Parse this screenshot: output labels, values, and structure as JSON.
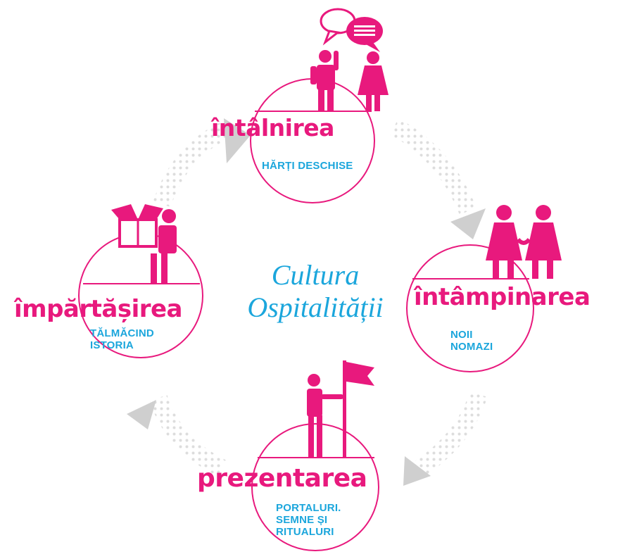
{
  "center": {
    "line1": "Cultura",
    "line2": "Ospitalității"
  },
  "nodes": {
    "top": {
      "title": "întâlnirea",
      "subtitle_lines": [
        "HĂRȚI DESCHISE"
      ]
    },
    "right": {
      "title": "întâmpinarea",
      "subtitle_lines": [
        "NOII",
        "NOMAZI"
      ]
    },
    "bottom": {
      "title": "prezentarea",
      "subtitle_lines": [
        "PORTALURI.",
        "SEMNE ȘI",
        "RITUALURI"
      ]
    },
    "left": {
      "title": "împărtășirea",
      "subtitle_lines": [
        "TĂLMĂCIND",
        "ISTORIA"
      ]
    }
  },
  "icons": {
    "top": "people-talking-icon",
    "right": "people-holding-hands-icon",
    "bottom": "person-with-flag-icon",
    "left": "person-carrying-box-icon"
  },
  "colors": {
    "accent": "#e8197d",
    "secondary": "#1ba6dc",
    "arrow": "#cfcfcf"
  }
}
